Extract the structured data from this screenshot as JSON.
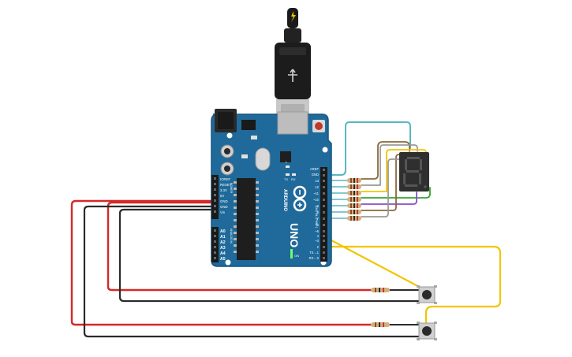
{
  "board": {
    "brand": "ARDUINO",
    "model": "UNO",
    "power_header_labels": [
      "IOREF",
      "RESET",
      "3.3V",
      "5V",
      "GND",
      "GND",
      "Vin"
    ],
    "analog_header_labels": [
      "A0",
      "A1",
      "A2",
      "A3",
      "A4",
      "A5"
    ],
    "digital_header_labels": [
      "AREF",
      "GND",
      "13",
      "12",
      "~11",
      "~10",
      "~9",
      "8",
      "7",
      "~6",
      "~5",
      "4",
      "~3",
      "2",
      "TX→1",
      "RX←0"
    ],
    "led_labels": [
      "L",
      "TX",
      "RX",
      "ON"
    ],
    "power_section_label": "POWER",
    "analog_section_label": "ANALOG IN",
    "digital_section_label": "DIGITAL (PWM~)"
  },
  "colors": {
    "board": "#1f6a9a",
    "board_edge": "#17557d",
    "wire_red": "#d62828",
    "wire_black": "#2b2b2b",
    "wire_yellow": "#f2c500",
    "wire_teal": "#5ab6c3",
    "wire_green": "#3aa335",
    "wire_purple": "#8a4fc8",
    "wire_brown": "#8a6a3a",
    "wire_gray": "#9a9a9a",
    "resistor_body": "#d4b07a",
    "display_body": "#2f2f2f",
    "display_segment": "#555555"
  },
  "components": {
    "display": "seven-segment-display",
    "buttons": [
      "pushbutton-top",
      "pushbutton-bottom"
    ],
    "resistors": 9
  }
}
